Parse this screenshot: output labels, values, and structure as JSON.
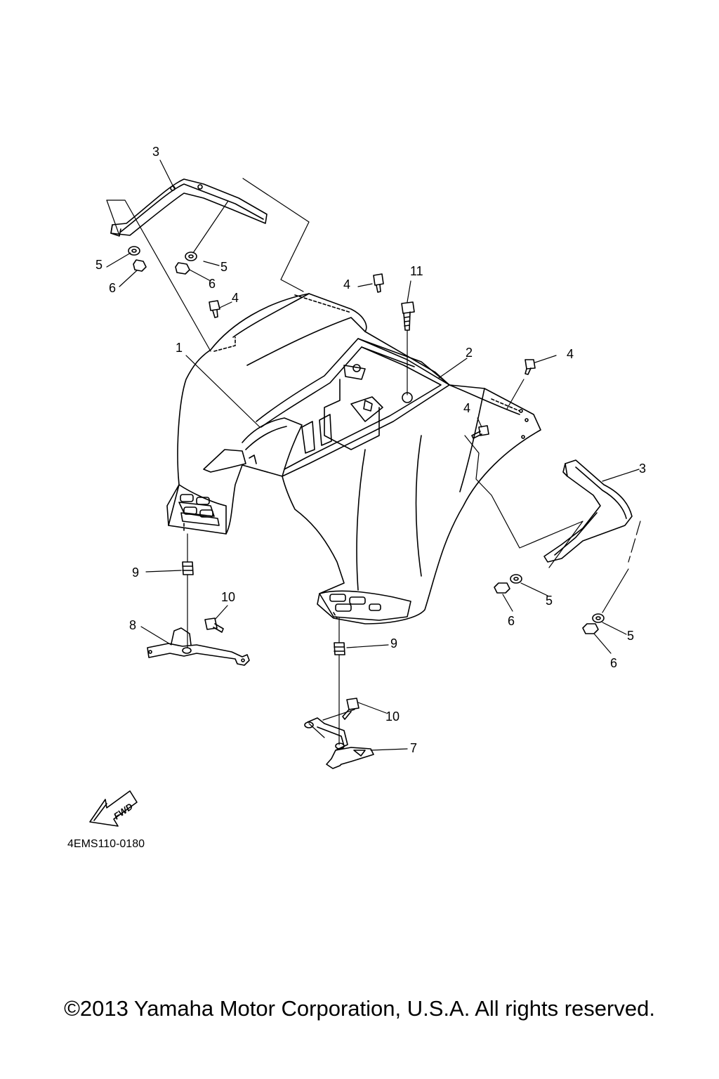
{
  "callouts": {
    "c1": "1",
    "c2": "2",
    "c3a": "3",
    "c3b": "3",
    "c4a": "4",
    "c4b": "4",
    "c4c": "4",
    "c4d": "4",
    "c5a": "5",
    "c5b": "5",
    "c5c": "5",
    "c5d": "5",
    "c6a": "6",
    "c6b": "6",
    "c6c": "6",
    "c6d": "6",
    "c7": "7",
    "c8": "8",
    "c9a": "9",
    "c9b": "9",
    "c10a": "10",
    "c10b": "10",
    "c11": "11"
  },
  "fwd_label": "FWD",
  "diagram_code": "4EMS110-0180",
  "copyright": "©2013 Yamaha Motor Corporation, U.S.A. All rights reserved."
}
